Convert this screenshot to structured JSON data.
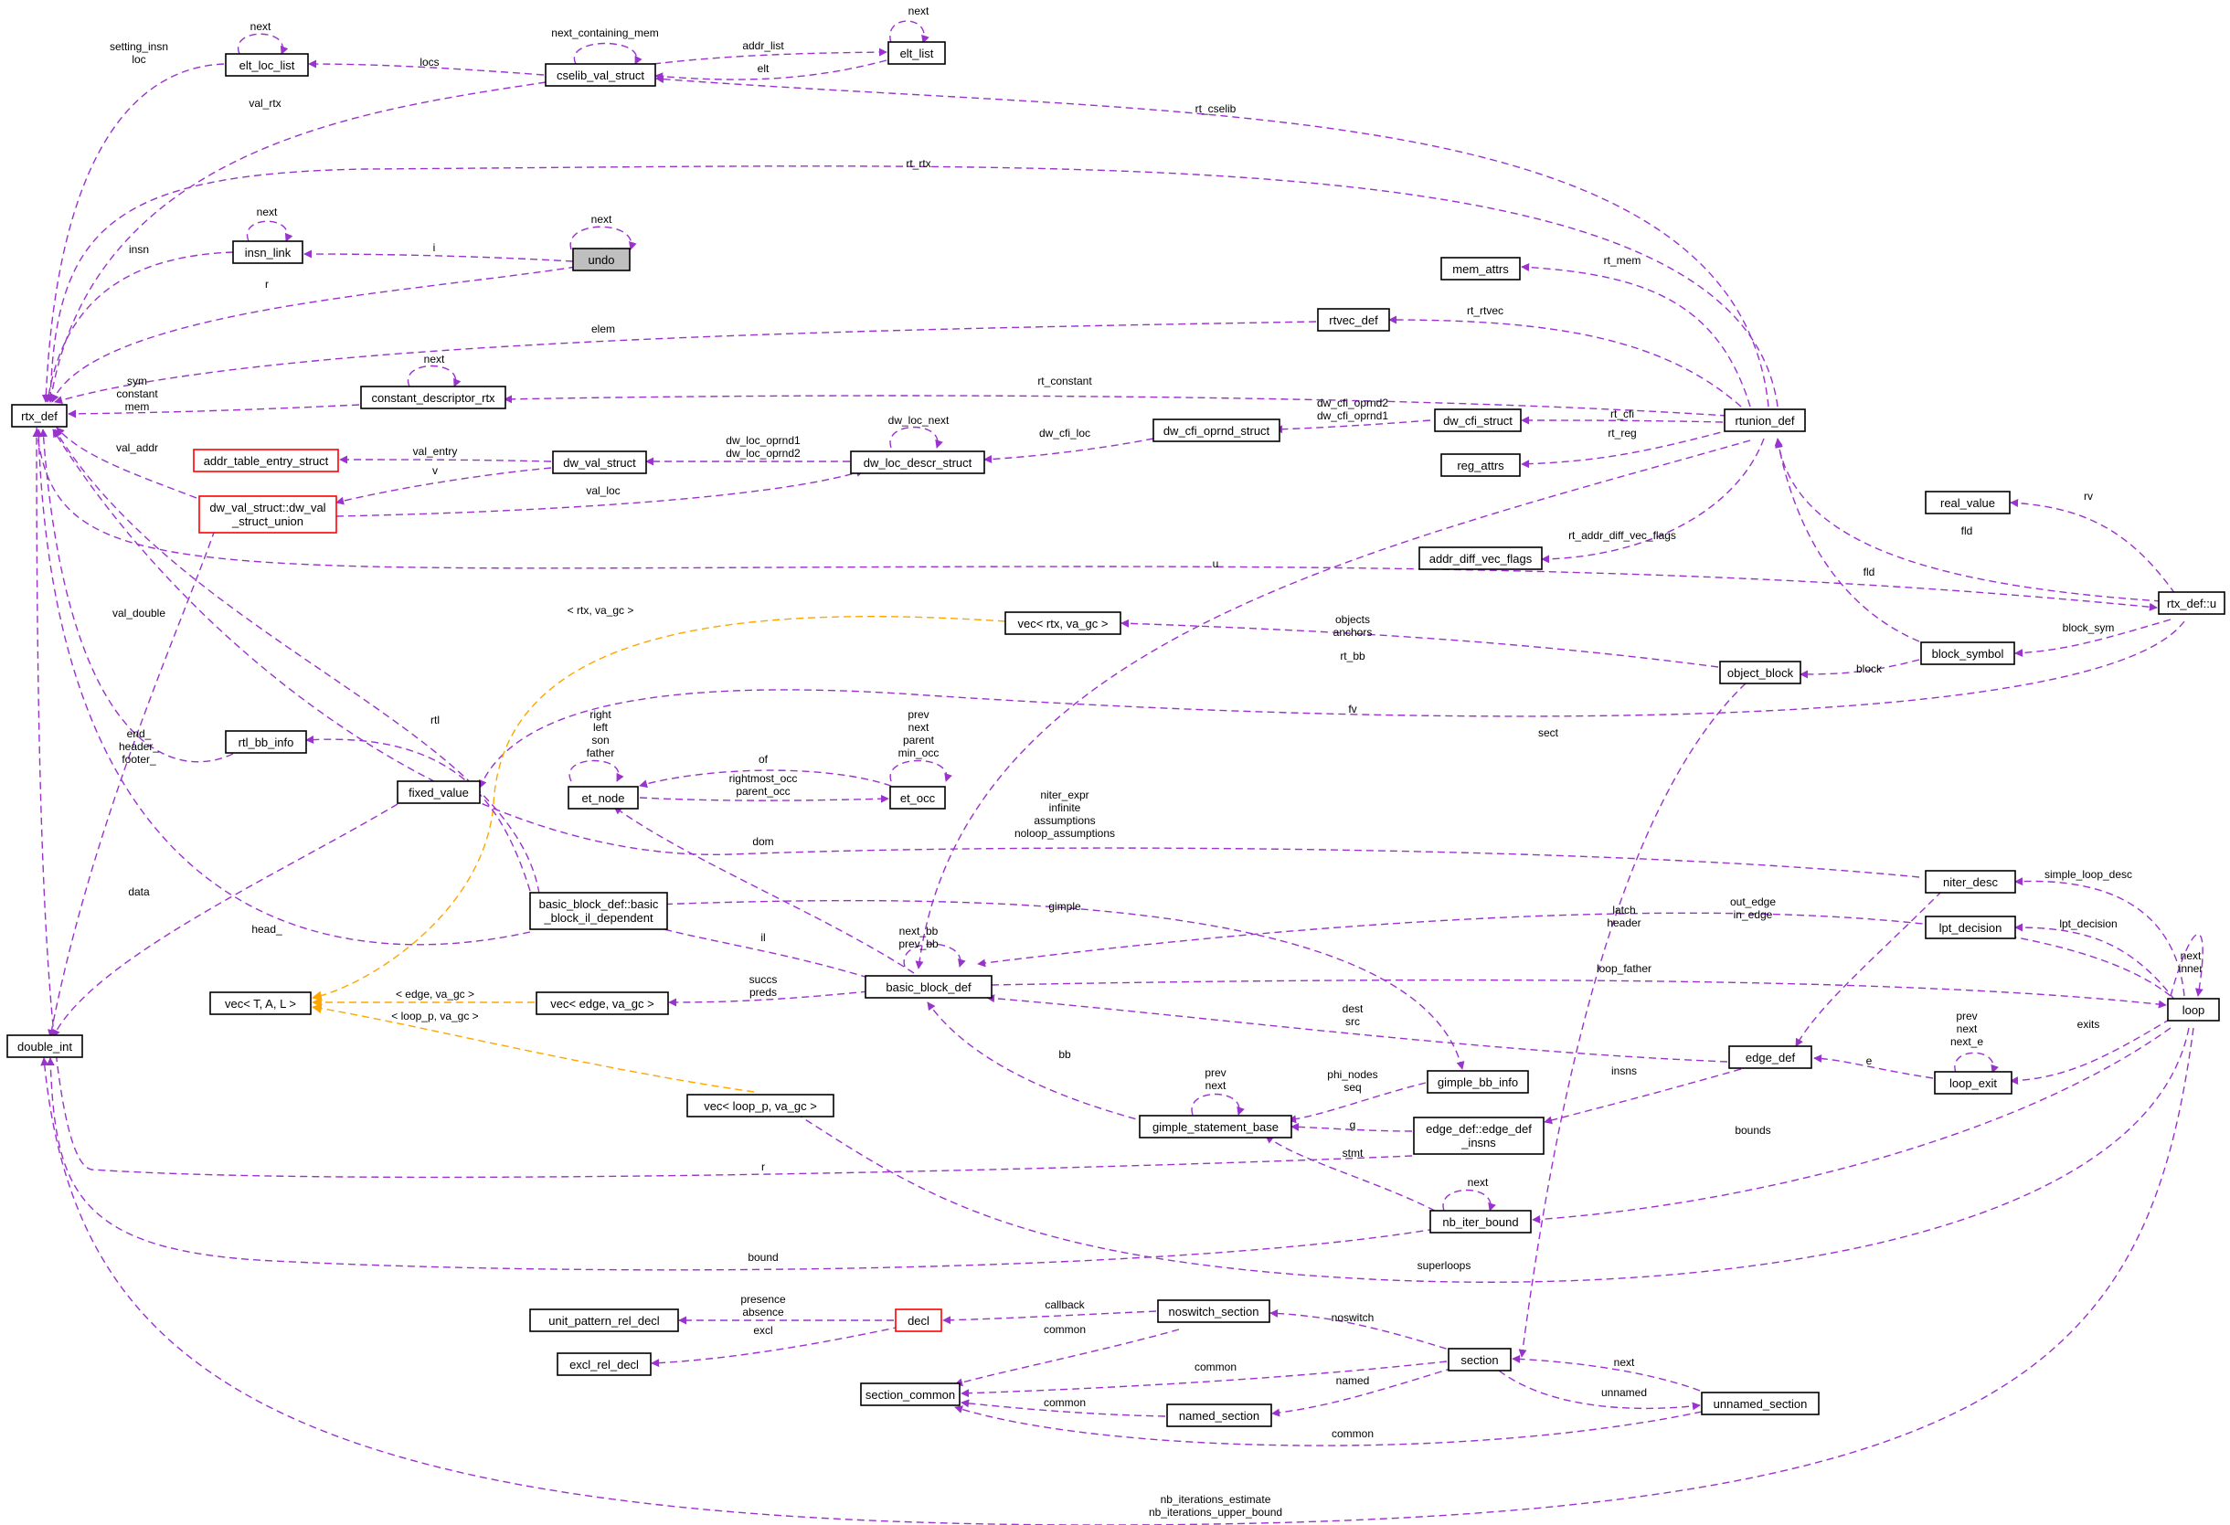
{
  "colors": {
    "edge": "#9a32cd",
    "template_edge": "#ffa500",
    "highlight_fill": "#bfbfbf",
    "red_border": "#ff0000"
  },
  "nodes": {
    "rtx_def": "rtx_def",
    "double_int": "double_int",
    "elt_loc_list": "elt_loc_list",
    "cselib_val_struct": "cselib_val_struct",
    "elt_list": "elt_list",
    "insn_link": "insn_link",
    "undo": "undo",
    "constant_descriptor_rtx": "constant_descriptor_rtx",
    "addr_table_entry_struct": "addr_table_entry_struct",
    "dw_val_struct": "dw_val_struct",
    "dw_val_union": [
      "dw_val_struct::dw_val",
      "_struct_union"
    ],
    "dw_loc_descr_struct": "dw_loc_descr_struct",
    "dw_cfi_oprnd_struct": "dw_cfi_oprnd_struct",
    "dw_cfi_struct": "dw_cfi_struct",
    "rtunion_def": "rtunion_def",
    "mem_attrs": "mem_attrs",
    "rtvec_def": "rtvec_def",
    "reg_attrs": "reg_attrs",
    "addr_diff_vec_flags": "addr_diff_vec_flags",
    "real_value": "real_value",
    "rtx_def_u": "rtx_def::u",
    "block_symbol": "block_symbol",
    "object_block": "object_block",
    "vec_rtx": "vec< rtx, va_gc >",
    "rtl_bb_info": "rtl_bb_info",
    "fixed_value": "fixed_value",
    "et_node": "et_node",
    "et_occ": "et_occ",
    "basic_block_il_dependent": [
      "basic_block_def::basic",
      "_block_il_dependent"
    ],
    "niter_desc": "niter_desc",
    "lpt_decision": "lpt_decision",
    "vec_T": "vec< T, A, L >",
    "vec_edge": "vec< edge, va_gc >",
    "basic_block_def": "basic_block_def",
    "loop": "loop",
    "loop_exit": "loop_exit",
    "edge_def": "edge_def",
    "vec_loop_p": "vec< loop_p, va_gc >",
    "gimple_bb_info": "gimple_bb_info",
    "gimple_statement_base": "gimple_statement_base",
    "edge_def_insns": [
      "edge_def::edge_def",
      "_insns"
    ],
    "nb_iter_bound": "nb_iter_bound",
    "unit_pattern_rel_decl": "unit_pattern_rel_decl",
    "decl": "decl",
    "noswitch_section": "noswitch_section",
    "excl_rel_decl": "excl_rel_decl",
    "section": "section",
    "section_common": "section_common",
    "named_section": "named_section",
    "unnamed_section": "unnamed_section"
  },
  "edge_labels": {
    "setting_insn_loc": [
      "setting_insn",
      "loc"
    ],
    "next": "next",
    "locs": "locs",
    "next_containing_mem": "next_containing_mem",
    "addr_list": "addr_list",
    "elt": "elt",
    "val_rtx": "val_rtx",
    "rt_cselib": "rt_cselib",
    "rt_rtx": "rt_rtx",
    "insn": "insn",
    "i": "i",
    "r": "r",
    "rt_mem": "rt_mem",
    "rt_rtvec": "rt_rtvec",
    "elem": "elem",
    "sym_constant_mem": [
      "sym",
      "constant",
      "mem"
    ],
    "rt_constant": "rt_constant",
    "dw_cfi_oprnd": [
      "dw_cfi_oprnd2",
      "dw_cfi_oprnd1"
    ],
    "rt_cfi": "rt_cfi",
    "rt_reg": "rt_reg",
    "dw_loc_next": "dw_loc_next",
    "dw_cfi_loc": "dw_cfi_loc",
    "val_addr": "val_addr",
    "val_entry": "val_entry",
    "dw_loc_oprnd": [
      "dw_loc_oprnd1",
      "dw_loc_oprnd2"
    ],
    "v": "v",
    "val_loc": "val_loc",
    "rt_addr_diff_vec_flags": "rt_addr_diff_vec_flags",
    "rv": "rv",
    "fld": "fld",
    "u": "u",
    "val_double": "val_double",
    "rtx_va_gc": "< rtx, va_gc >",
    "objects_anchors": [
      "objects",
      "anchors"
    ],
    "block_sym": "block_sym",
    "rt_bb": "rt_bb",
    "block": "block",
    "rtl": "rtl",
    "fv": "fv",
    "end_header_footer": [
      "end_",
      "header_",
      "footer_"
    ],
    "et_node_self": [
      "right",
      "left",
      "son",
      "father"
    ],
    "et_occ_self": [
      "prev",
      "next",
      "parent",
      "min_occ"
    ],
    "of": "of",
    "rightmost_parent_occ": [
      "rightmost_occ",
      "parent_occ"
    ],
    "sect": "sect",
    "niter_expr": [
      "niter_expr",
      "infinite",
      "assumptions",
      "noloop_assumptions"
    ],
    "dom": "dom",
    "data": "data",
    "simple_loop_desc": "simple_loop_desc",
    "head": "head_",
    "gimple": "gimple",
    "next_bb_prev_bb": [
      "next_bb",
      "prev_bb"
    ],
    "latch_header": [
      "latch",
      "header"
    ],
    "out_edge_in_edge": [
      "out_edge",
      "in_edge"
    ],
    "lpt_decision": "lpt_decision",
    "next_inner": [
      "next",
      "inner"
    ],
    "il": "il",
    "edge_va_gc": "< edge, va_gc >",
    "succs_preds": [
      "succs",
      "preds"
    ],
    "loop_father": "loop_father",
    "loop_p_va_gc": "< loop_p, va_gc >",
    "dest_src": [
      "dest",
      "src"
    ],
    "loop_exit_self": [
      "prev",
      "next",
      "next_e"
    ],
    "exits": "exits",
    "bb": "bb",
    "insns": "insns",
    "e": "e",
    "prev_next": [
      "prev",
      "next"
    ],
    "phi_nodes_seq": [
      "phi_nodes",
      "seq"
    ],
    "g": "g",
    "bounds": "bounds",
    "stmt": "stmt",
    "bound": "bound",
    "superloops": "superloops",
    "presence_absence": [
      "presence",
      "absence"
    ],
    "callback": "callback",
    "excl": "excl",
    "common": "common",
    "noswitch": "noswitch",
    "named": "named",
    "unnamed": "unnamed",
    "nb_iterations": [
      "nb_iterations_estimate",
      "nb_iterations_upper_bound"
    ]
  }
}
